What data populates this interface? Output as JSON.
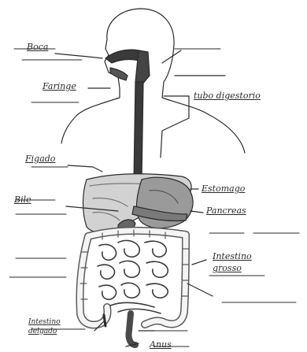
{
  "labels": {
    "boca": "Boca",
    "faringe": "Faringe",
    "tubo_digestorio": "tubo digestorio",
    "figado": "Figado",
    "bile": "Bile",
    "estomago": "Estomago",
    "pancreas": "Pancreas",
    "intestino_grosso": "Intestino grosso",
    "intestino_delgado": "Intestino delgado",
    "anus": "Anus"
  },
  "colors": {
    "ink": "#2a2a2a",
    "paper": "#ffffff"
  }
}
